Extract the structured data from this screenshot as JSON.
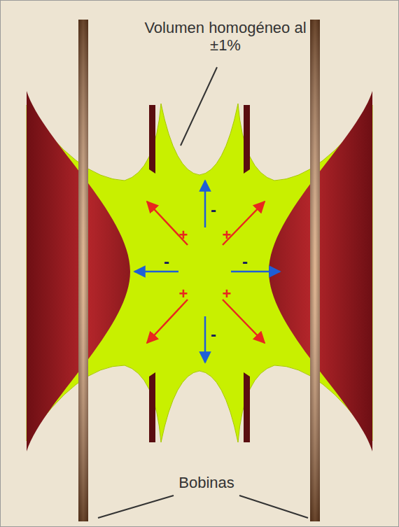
{
  "diagram": {
    "labels": [
      "Volumen homogéneo al ±1%",
      "+",
      "+",
      "+",
      "+",
      "-",
      "-",
      "-",
      "-",
      "Bobinas"
    ]
  }
}
